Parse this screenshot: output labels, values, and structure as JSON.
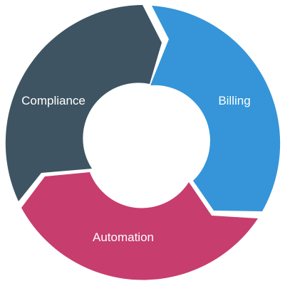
{
  "cycle": {
    "segments": [
      {
        "key": "compliance",
        "label": "Compliance",
        "color": "#3e5462"
      },
      {
        "key": "billing",
        "label": "Billing",
        "color": "#3595d8"
      },
      {
        "key": "automation",
        "label": "Automation",
        "color": "#c73d6e"
      }
    ],
    "center_color": "#ffffff"
  }
}
